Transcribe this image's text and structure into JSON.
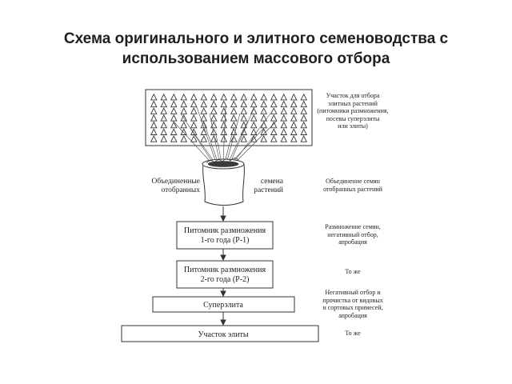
{
  "title": {
    "line1": "Схема оригинального и элитного семеноводства с",
    "line2": "использованием массового отбора"
  },
  "field": {
    "rows": 7,
    "cols": 16
  },
  "seeds_labels": {
    "left_line1": "Объединенные",
    "left_line2": "отобранных",
    "right_line1": "семена",
    "right_line2": "растений"
  },
  "boxes": {
    "p1_line1": "Питомник размножения",
    "p1_line2": "1-го года (Р-1)",
    "p2_line1": "Питомник размножения",
    "p2_line2": "2-го года (Р-2)",
    "superelite": "Суперэлита",
    "elite": "Участок элиты"
  },
  "notes": {
    "n1": [
      "Участок для отбора",
      "элитных растений",
      "(питомники размножения,",
      "посевы суперэлиты",
      "или элиты)"
    ],
    "n2": [
      "Объединение семян",
      "отобранных растений"
    ],
    "n3": [
      "Размножение семян,",
      "негативный отбор,",
      "апробация"
    ],
    "n4": [
      "То же"
    ],
    "n5": [
      "Негативный отбор и",
      "прочистка от видовых",
      "и сортовых примесей,",
      "апробация"
    ],
    "n6": [
      "То же"
    ]
  }
}
